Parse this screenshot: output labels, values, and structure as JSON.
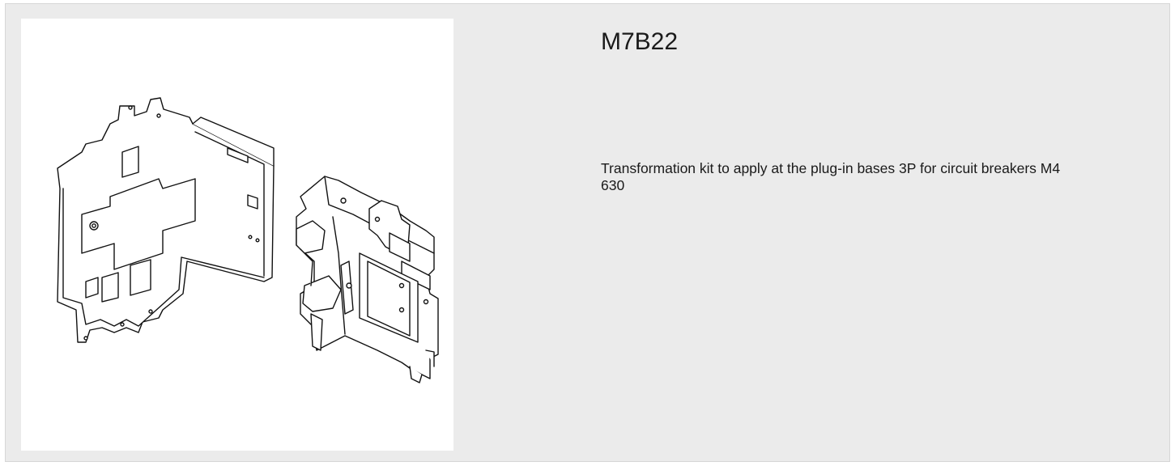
{
  "product": {
    "code": "M7B22",
    "description": "Transformation kit to apply at the plug-in bases 3P for circuit breakers M4 630",
    "image_icon": "transformation-kit-illustration"
  }
}
